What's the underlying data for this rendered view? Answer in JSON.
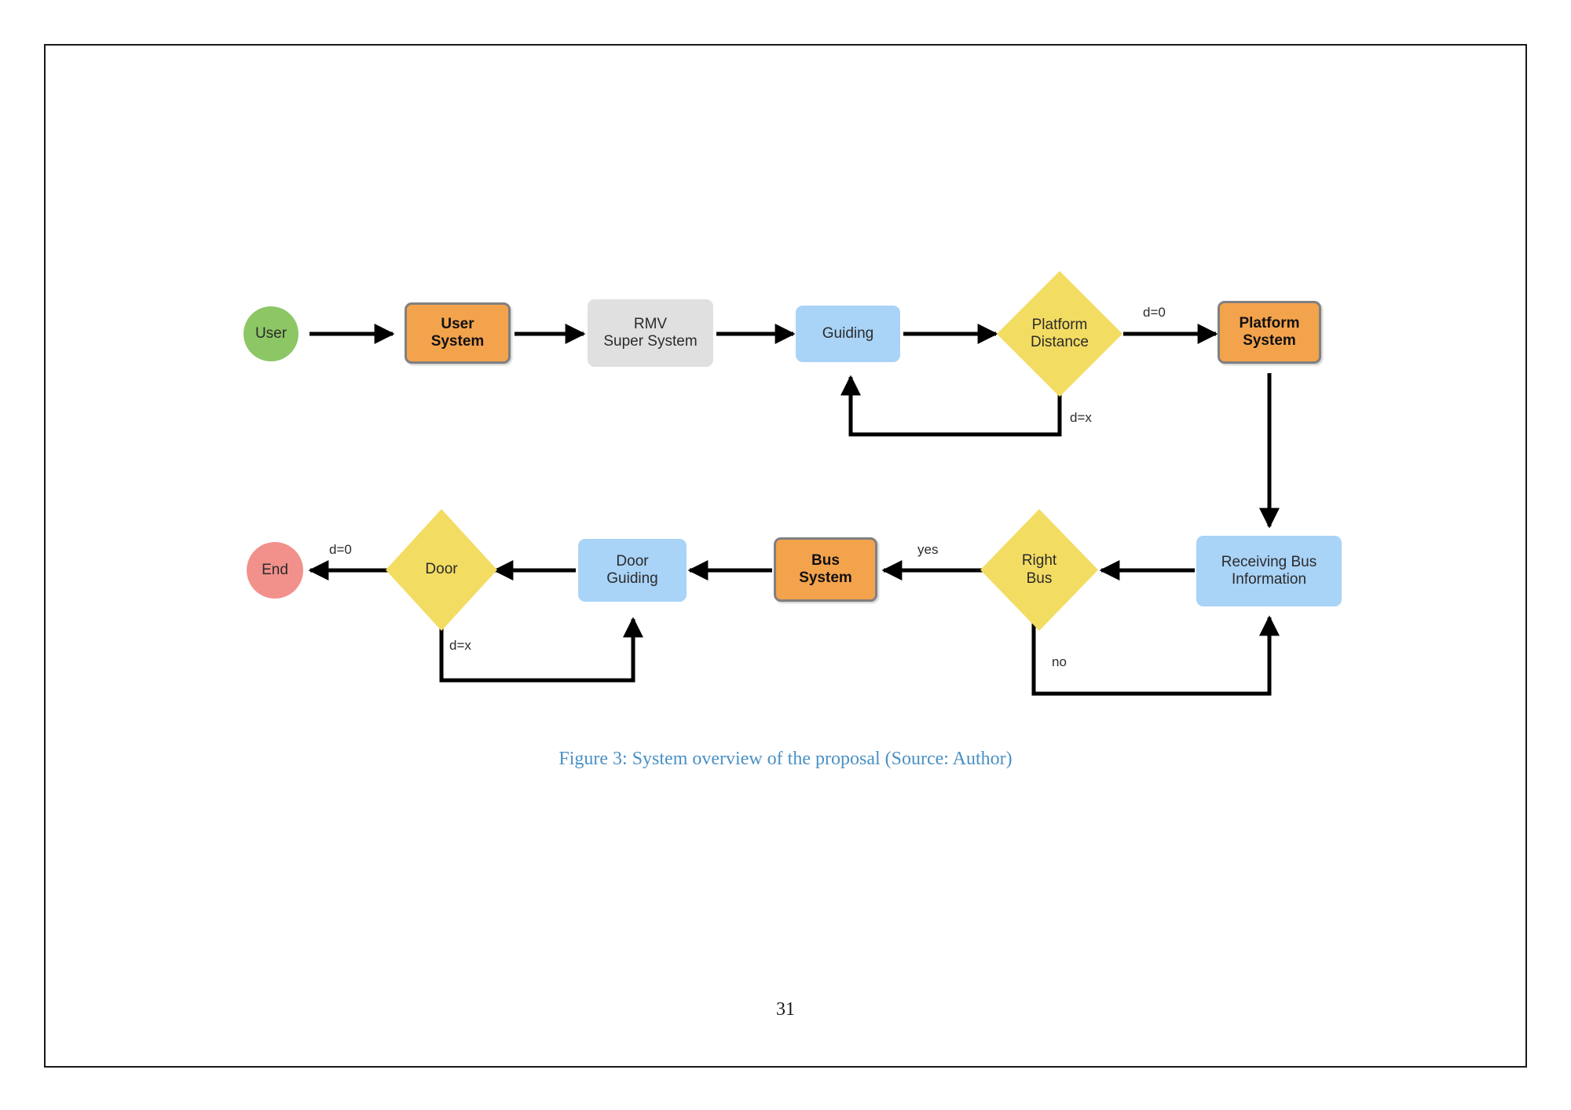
{
  "page": {
    "number": "31",
    "caption": "Figure 3: System overview of the proposal (Source: Author)"
  },
  "colors": {
    "green": "#8DC665",
    "orange": "#F4A34D",
    "orange_border": "#808080",
    "gray": "#E0E0E0",
    "blue": "#A9D3F7",
    "yellow": "#F3DC62",
    "red": "#F2908B",
    "edge": "#000000",
    "caption": "#4a90c4"
  },
  "chart_data": {
    "type": "diagram",
    "title": "System overview of the proposal",
    "nodes": [
      {
        "id": "user",
        "label": "User",
        "shape": "circle",
        "fill": "#8DC665",
        "row": 1
      },
      {
        "id": "user-system",
        "label": "User\nSystem",
        "shape": "box",
        "fill": "#F4A34D",
        "row": 1
      },
      {
        "id": "rmv",
        "label": "RMV\nSuper System",
        "shape": "box",
        "fill": "#E0E0E0",
        "row": 1
      },
      {
        "id": "guiding",
        "label": "Guiding",
        "shape": "box",
        "fill": "#A9D3F7",
        "row": 1
      },
      {
        "id": "platform-distance",
        "label": "Platform\nDistance",
        "shape": "diamond",
        "fill": "#F3DC62",
        "row": 1
      },
      {
        "id": "platform-system",
        "label": "Platform\nSystem",
        "shape": "box",
        "fill": "#F4A34D",
        "row": 1
      },
      {
        "id": "receiving-bus-information",
        "label": "Receiving Bus\nInformation",
        "shape": "box",
        "fill": "#A9D3F7",
        "row": 2
      },
      {
        "id": "right-bus",
        "label": "Right\nBus",
        "shape": "diamond",
        "fill": "#F3DC62",
        "row": 2
      },
      {
        "id": "bus-system",
        "label": "Bus\nSystem",
        "shape": "box",
        "fill": "#F4A34D",
        "row": 2
      },
      {
        "id": "door-guiding",
        "label": "Door\nGuiding",
        "shape": "box",
        "fill": "#A9D3F7",
        "row": 2
      },
      {
        "id": "door",
        "label": "Door",
        "shape": "diamond",
        "fill": "#F3DC62",
        "row": 2
      },
      {
        "id": "end",
        "label": "End",
        "shape": "circle",
        "fill": "#F2908B",
        "row": 2
      }
    ],
    "edges": [
      {
        "from": "user",
        "to": "user-system",
        "label": ""
      },
      {
        "from": "user-system",
        "to": "rmv",
        "label": ""
      },
      {
        "from": "rmv",
        "to": "guiding",
        "label": ""
      },
      {
        "from": "guiding",
        "to": "platform-distance",
        "label": ""
      },
      {
        "from": "platform-distance",
        "to": "platform-system",
        "label": "d=0"
      },
      {
        "from": "platform-distance",
        "to": "guiding",
        "label": "d=x"
      },
      {
        "from": "platform-system",
        "to": "receiving-bus-information",
        "label": ""
      },
      {
        "from": "receiving-bus-information",
        "to": "right-bus",
        "label": ""
      },
      {
        "from": "right-bus",
        "to": "bus-system",
        "label": "yes"
      },
      {
        "from": "right-bus",
        "to": "receiving-bus-information",
        "label": "no"
      },
      {
        "from": "bus-system",
        "to": "door-guiding",
        "label": ""
      },
      {
        "from": "door-guiding",
        "to": "door",
        "label": ""
      },
      {
        "from": "door",
        "to": "end",
        "label": "d=0"
      },
      {
        "from": "door",
        "to": "door-guiding",
        "label": "d=x"
      }
    ]
  },
  "nodes": {
    "user": {
      "label": "User"
    },
    "user_system": {
      "label": "User\nSystem"
    },
    "rmv_super_system": {
      "label": "RMV\nSuper System"
    },
    "guiding": {
      "label": "Guiding"
    },
    "platform_distance": {
      "label": "Platform\nDistance"
    },
    "platform_system": {
      "label": "Platform\nSystem"
    },
    "receiving_bus_information": {
      "label": "Receiving Bus\nInformation"
    },
    "right_bus": {
      "label": "Right\nBus"
    },
    "bus_system": {
      "label": "Bus\nSystem"
    },
    "door_guiding": {
      "label": "Door\nGuiding"
    },
    "door": {
      "label": "Door"
    },
    "end": {
      "label": "End"
    }
  },
  "edge_labels": {
    "platform_d0": "d=0",
    "platform_dx": "d=x",
    "right_bus_yes": "yes",
    "right_bus_no": "no",
    "door_d0": "d=0",
    "door_dx": "d=x"
  }
}
